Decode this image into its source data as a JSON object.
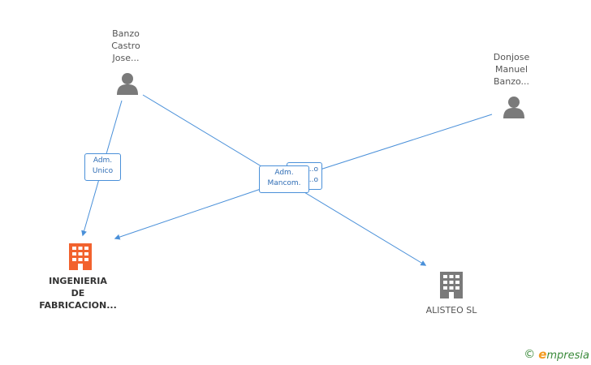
{
  "nodes": {
    "person1": {
      "label": "Banzo\nCastro\nJose..."
    },
    "person2": {
      "label": "Donjose\nManuel\nBanzo..."
    },
    "company1": {
      "label": "INGENIERIA\nDE\nFABRICACION..."
    },
    "company2": {
      "label": "ALISTEO SL"
    }
  },
  "edges": {
    "e1": {
      "label": "Adm.\nUnico"
    },
    "e2_back": {
      "label": "...o\n...o"
    },
    "e2": {
      "label": "Adm.\nMancom."
    }
  },
  "colors": {
    "edge": "#4a90d9",
    "person_icon": "#7a7a7a",
    "company_main": "#f2622e",
    "company_other": "#7a7a7a"
  },
  "footer": {
    "copyright_symbol": "©",
    "brand_first": "e",
    "brand_rest": "mpresia"
  }
}
